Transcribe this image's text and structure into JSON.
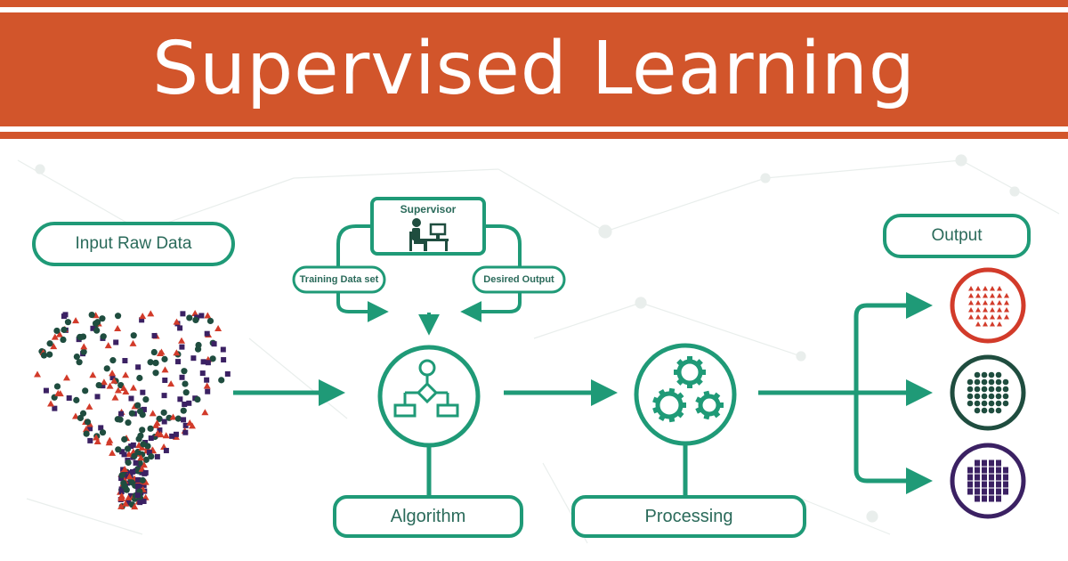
{
  "title": "Supervised Learning",
  "colors": {
    "banner": "#d2552b",
    "teal": "#1f9a77",
    "label_text": "#2a6a5a",
    "red": "#d23b2a",
    "dark_green": "#1f4d3f",
    "purple": "#3b2163"
  },
  "labels": {
    "input_raw_data": "Input Raw Data",
    "supervisor": "Supervisor",
    "training_data_set": "Training Data set",
    "desired_output": "Desired Output",
    "algorithm": "Algorithm",
    "processing": "Processing",
    "output": "Output"
  },
  "icons": {
    "supervisor": "person-at-computer-icon",
    "algorithm": "flowchart-icon",
    "processing": "gears-icon",
    "output_classes": [
      "red-triangle-cluster-icon",
      "green-circle-cluster-icon",
      "purple-square-cluster-icon"
    ]
  }
}
